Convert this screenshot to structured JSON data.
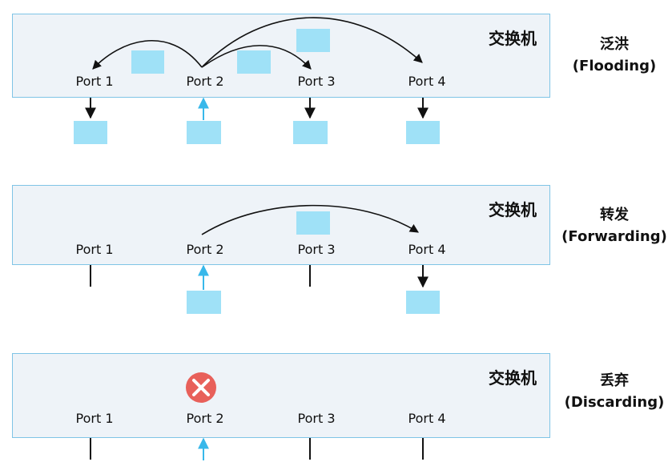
{
  "switch_label": "交换机",
  "ports": [
    "Port 1",
    "Port 2",
    "Port 3",
    "Port 4"
  ],
  "modes": [
    {
      "name": "泛洪",
      "en": "(Flooding)"
    },
    {
      "name": "转发",
      "en": "(Forwarding)"
    },
    {
      "name": "丢弃",
      "en": "(Discarding)"
    }
  ],
  "colors": {
    "frame": "#eef3f8",
    "frame_border": "#7fc4e6",
    "frame_block": "#9fe1f7",
    "ingress_arrow": "#38b8ea",
    "discard_icon": "#e8605a"
  }
}
